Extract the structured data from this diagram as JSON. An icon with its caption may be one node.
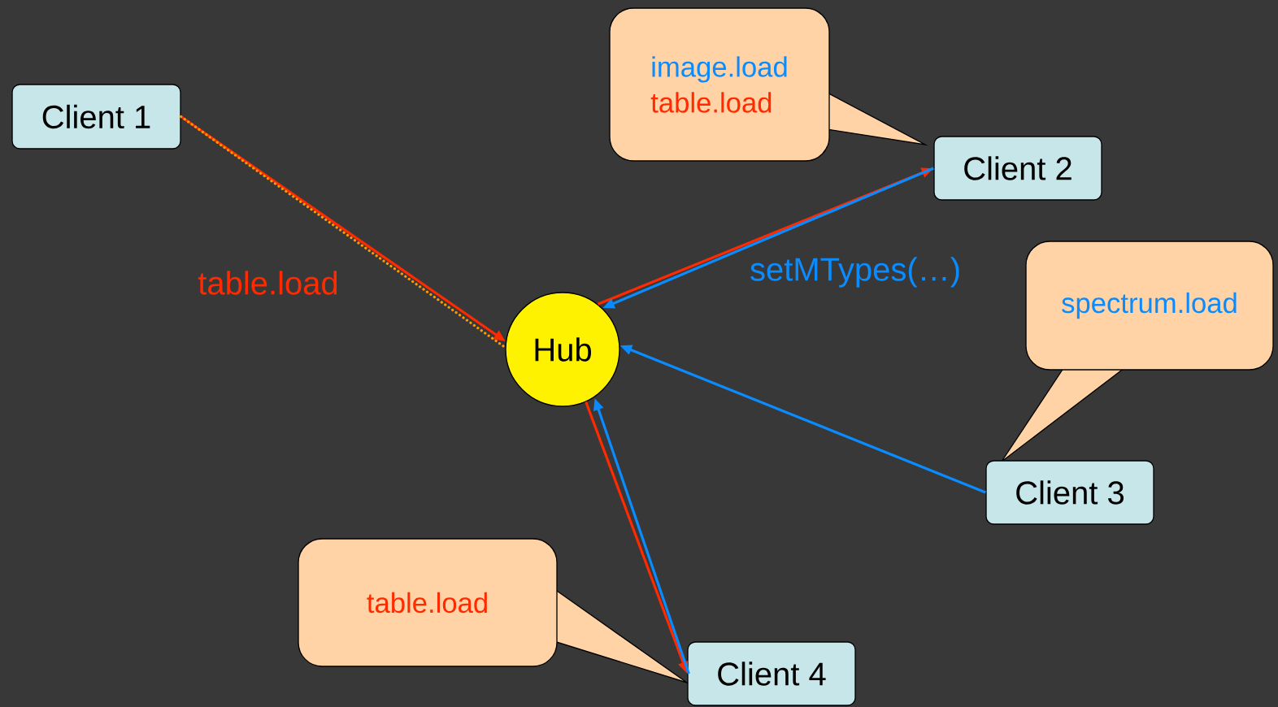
{
  "diagram": {
    "nodes": [
      {
        "text": [
          "Client 1"
        ]
      },
      {
        "text": [
          "image.load",
          "table.load"
        ]
      },
      {
        "text": [
          "Client 2"
        ]
      },
      {
        "text": [
          "Hub"
        ]
      },
      {
        "text": [
          "spectrum.load"
        ]
      },
      {
        "text": [
          "Client 3"
        ]
      },
      {
        "text": [
          "table.load"
        ]
      },
      {
        "text": [
          "Client 4"
        ]
      }
    ],
    "edges": [
      {
        "from": 0,
        "to": 3,
        "arrow": "to",
        "label": "table.load",
        "color": "#ff2a00"
      },
      {
        "from": 0,
        "to": 3,
        "arrow": "none",
        "style": "dashed",
        "color": "#ff9900"
      },
      {
        "from": 3,
        "to": 2,
        "arrow": "to",
        "color": "#ff2a00"
      },
      {
        "from": 2,
        "to": 3,
        "arrow": "to",
        "label": "setMTypes(…)",
        "color": "#0a8cff"
      },
      {
        "from": 5,
        "to": 3,
        "arrow": "to",
        "color": "#0a8cff"
      },
      {
        "from": 3,
        "to": 7,
        "arrow": "to",
        "color": "#ff2a00"
      },
      {
        "from": 7,
        "to": 3,
        "arrow": "to",
        "color": "#0a8cff"
      }
    ]
  }
}
